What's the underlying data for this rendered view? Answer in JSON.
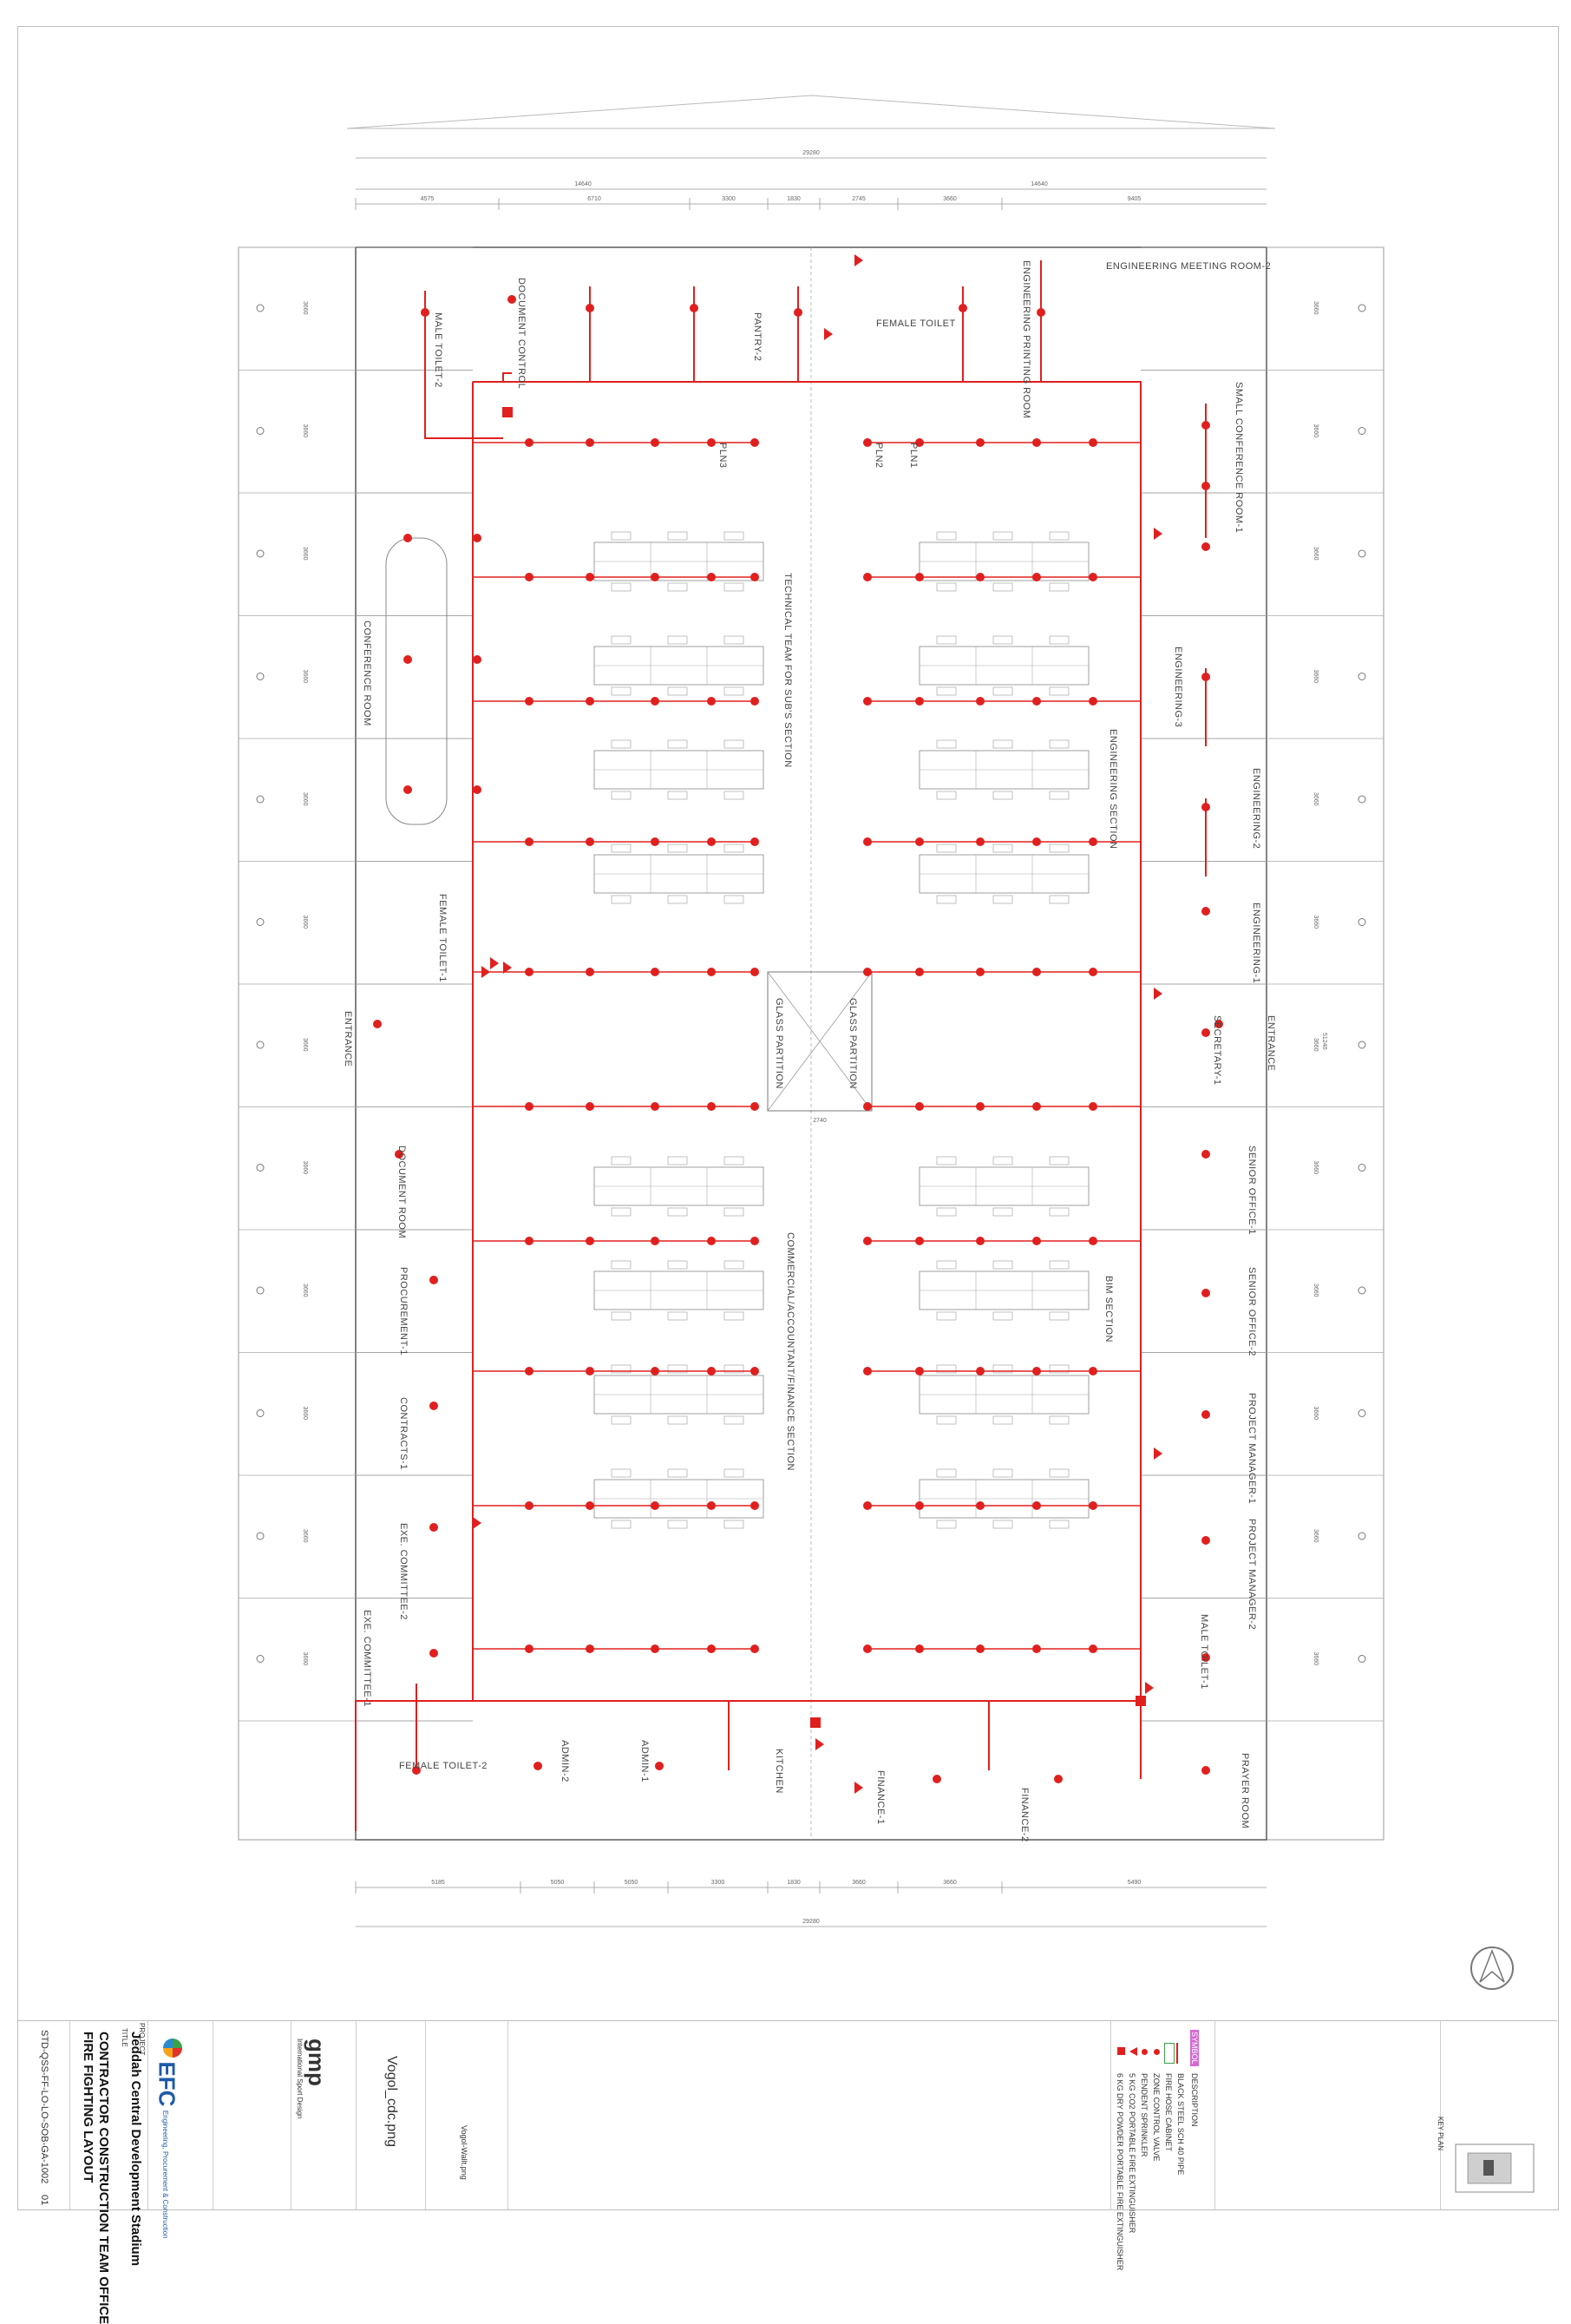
{
  "drawing": {
    "overall_dimension": "29280",
    "half_dimension_left": "14640",
    "half_dimension_right": "14640",
    "top_dimensions": [
      "4575",
      "6710",
      "3300",
      "1830",
      "2745",
      "3660",
      "9405"
    ],
    "bottom_dimensions": [
      "5185",
      "5050",
      "5050",
      "3300",
      "1830",
      "3660",
      "3660",
      "5490"
    ],
    "side_dimension": "51240",
    "bay_dimension": "3660",
    "glass_partition_dimension": "2740",
    "rooms": {
      "male_toilet_2": "MALE TOILET-2",
      "document_control": "DOCUMENT CONTROL",
      "pantry_2": "PANTRY-2",
      "female_toilet": "FEMALE TOILET",
      "engineering_printing": "ENGINEERING PRINTING ROOM",
      "engineering_meeting_2": "ENGINEERING MEETING ROOM-2",
      "small_conference": "SMALL CONFERENCE ROOM-1",
      "conference_room": "CONFERENCE ROOM",
      "technical_team": "TECHNICAL TEAM FOR SUB'S SECTION",
      "engineering_section": "ENGINEERING SECTION",
      "engineering_3": "ENGINEERING-3",
      "engineering_2": "ENGINEERING-2",
      "engineering_1": "ENGINEERING-1",
      "female_toilet_1": "FEMALE TOILET-1",
      "entrance_left": "ENTRANCE",
      "entrance_right": "ENTRANCE",
      "glass_partition_1": "GLASS PARTITION",
      "glass_partition_2": "GLASS PARTITION",
      "secretary": "SECRETARY-1",
      "document_room": "DOCUMENT ROOM",
      "senior_office_1": "SENIOR OFFICE-1",
      "procurement": "PROCUREMENT-1",
      "commercial_section": "COMMERCIAL/ACCOUNTANT/FINANCE SECTION",
      "bim_section": "BIM SECTION",
      "senior_office_2": "SENIOR OFFICE-2",
      "contracts": "CONTRACTS-1",
      "project_manager_1": "PROJECT MANAGER-1",
      "exe_committee_2": "EXE. COMMITTEE-2",
      "project_manager_2": "PROJECT MANAGER-2",
      "exe_committee_1": "EXE. COMMITTEE-1",
      "male_toilet_1": "MALE TOILET-1",
      "female_toilet_2": "FEMALE TOILET-2",
      "admin_2": "ADMIN-2",
      "admin_1": "ADMIN-1",
      "kitchen": "KITCHEN",
      "finance_1": "FINANCE-1",
      "finance_2": "FINANCE-2",
      "prayer_room": "PRAYER ROOM",
      "plan_1": "PLN1",
      "plan_2": "PLN2",
      "plan_3": "PLN3"
    }
  },
  "legend": {
    "header": "SYMBOL",
    "description_header": "DESCRIPTION",
    "items": [
      {
        "symbol": "red-line",
        "text": "BLACK STEEL SCH 40 PIPE",
        "color": "#e0201f"
      },
      {
        "symbol": "fhc-box",
        "text": "FIRE HOSE CABINET",
        "color": "#3aa34a"
      },
      {
        "symbol": "zcv-dot",
        "text": "ZONE CONTROL VALVE",
        "color": "#e0201f"
      },
      {
        "symbol": "sprinkler-dot",
        "text": "PENDENT SPRINKLER",
        "color": "#e0201f"
      },
      {
        "symbol": "extinguisher-triangle",
        "text": "5 KG CO2 PORTABLE FIRE EXTINGUISHER",
        "color": "#e0201f"
      },
      {
        "symbol": "extinguisher-square",
        "text": "6 KG DRY POWDER PORTABLE FIRE EXTINGUISHER",
        "color": "#e0201f"
      }
    ]
  },
  "key_plan": {
    "label": "KEY PLAN"
  },
  "title_block": {
    "consultant": "gmp",
    "consultant_sub": "International Sport Design",
    "logo_file": "Vogol_cdc.png",
    "logo_file_2": "Vogol-Wallt.png",
    "contractor": "EFC",
    "contractor_sub": "Engineering, Procurement & Construction",
    "project_label": "PROJECT",
    "project": "Jeddah Central Development Stadium",
    "title_label": "TITLE",
    "title_1": "CONTRACTOR CONSTRUCTION TEAM OFFICE",
    "title_2": "FIRE FIGHTING LAYOUT",
    "drawing_no": "STD-QSS-FF-LO-LO-SOB-GA-1002",
    "revision": "01"
  },
  "colors": {
    "pipe": "#e0201f",
    "wall": "#5a5a5a",
    "thin": "#9a9a9a",
    "room_text": "#444444"
  }
}
